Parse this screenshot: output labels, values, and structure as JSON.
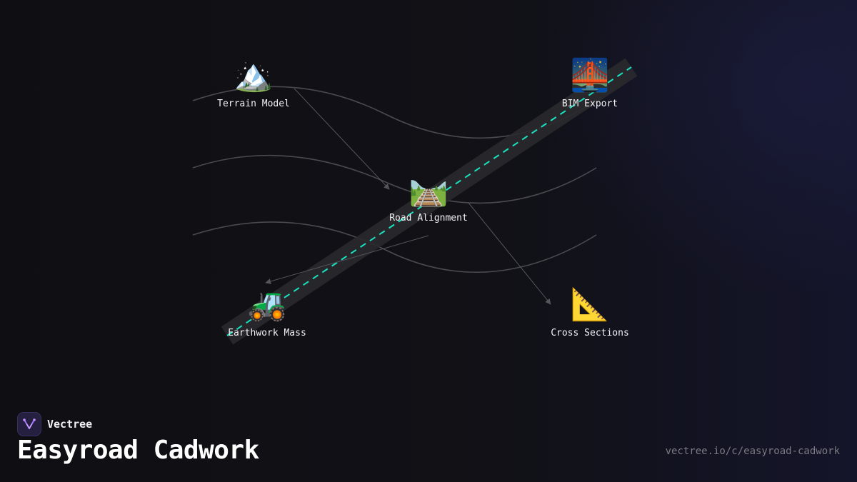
{
  "brand": {
    "name": "Vectree",
    "accent": "#7c4dff"
  },
  "title": "Easyroad Cadwork",
  "url": "vectree.io/c/easyroad-cadwork",
  "colors": {
    "road_dash": "#19e3c0",
    "road_band": "#2a2a2e",
    "contour": "#4a4a50",
    "arrow": "#55555c"
  },
  "nodes": [
    {
      "id": "terrain",
      "label": "Terrain Model",
      "icon": "snow-capped-mountain-icon",
      "glyph": "🏔️"
    },
    {
      "id": "bim",
      "label": "BIM Export",
      "icon": "bridge-at-night-icon",
      "glyph": "🌉"
    },
    {
      "id": "road",
      "label": "Road Alignment",
      "icon": "railway-track-icon",
      "glyph": "🛤️"
    },
    {
      "id": "earthwork",
      "label": "Earthwork Mass",
      "icon": "tractor-icon",
      "glyph": "🚜"
    },
    {
      "id": "cross",
      "label": "Cross Sections",
      "icon": "triangular-ruler-icon",
      "glyph": "📐"
    }
  ],
  "edges": [
    {
      "from": "terrain",
      "to": "road"
    },
    {
      "from": "road",
      "to": "earthwork"
    },
    {
      "from": "road",
      "to": "cross"
    }
  ]
}
